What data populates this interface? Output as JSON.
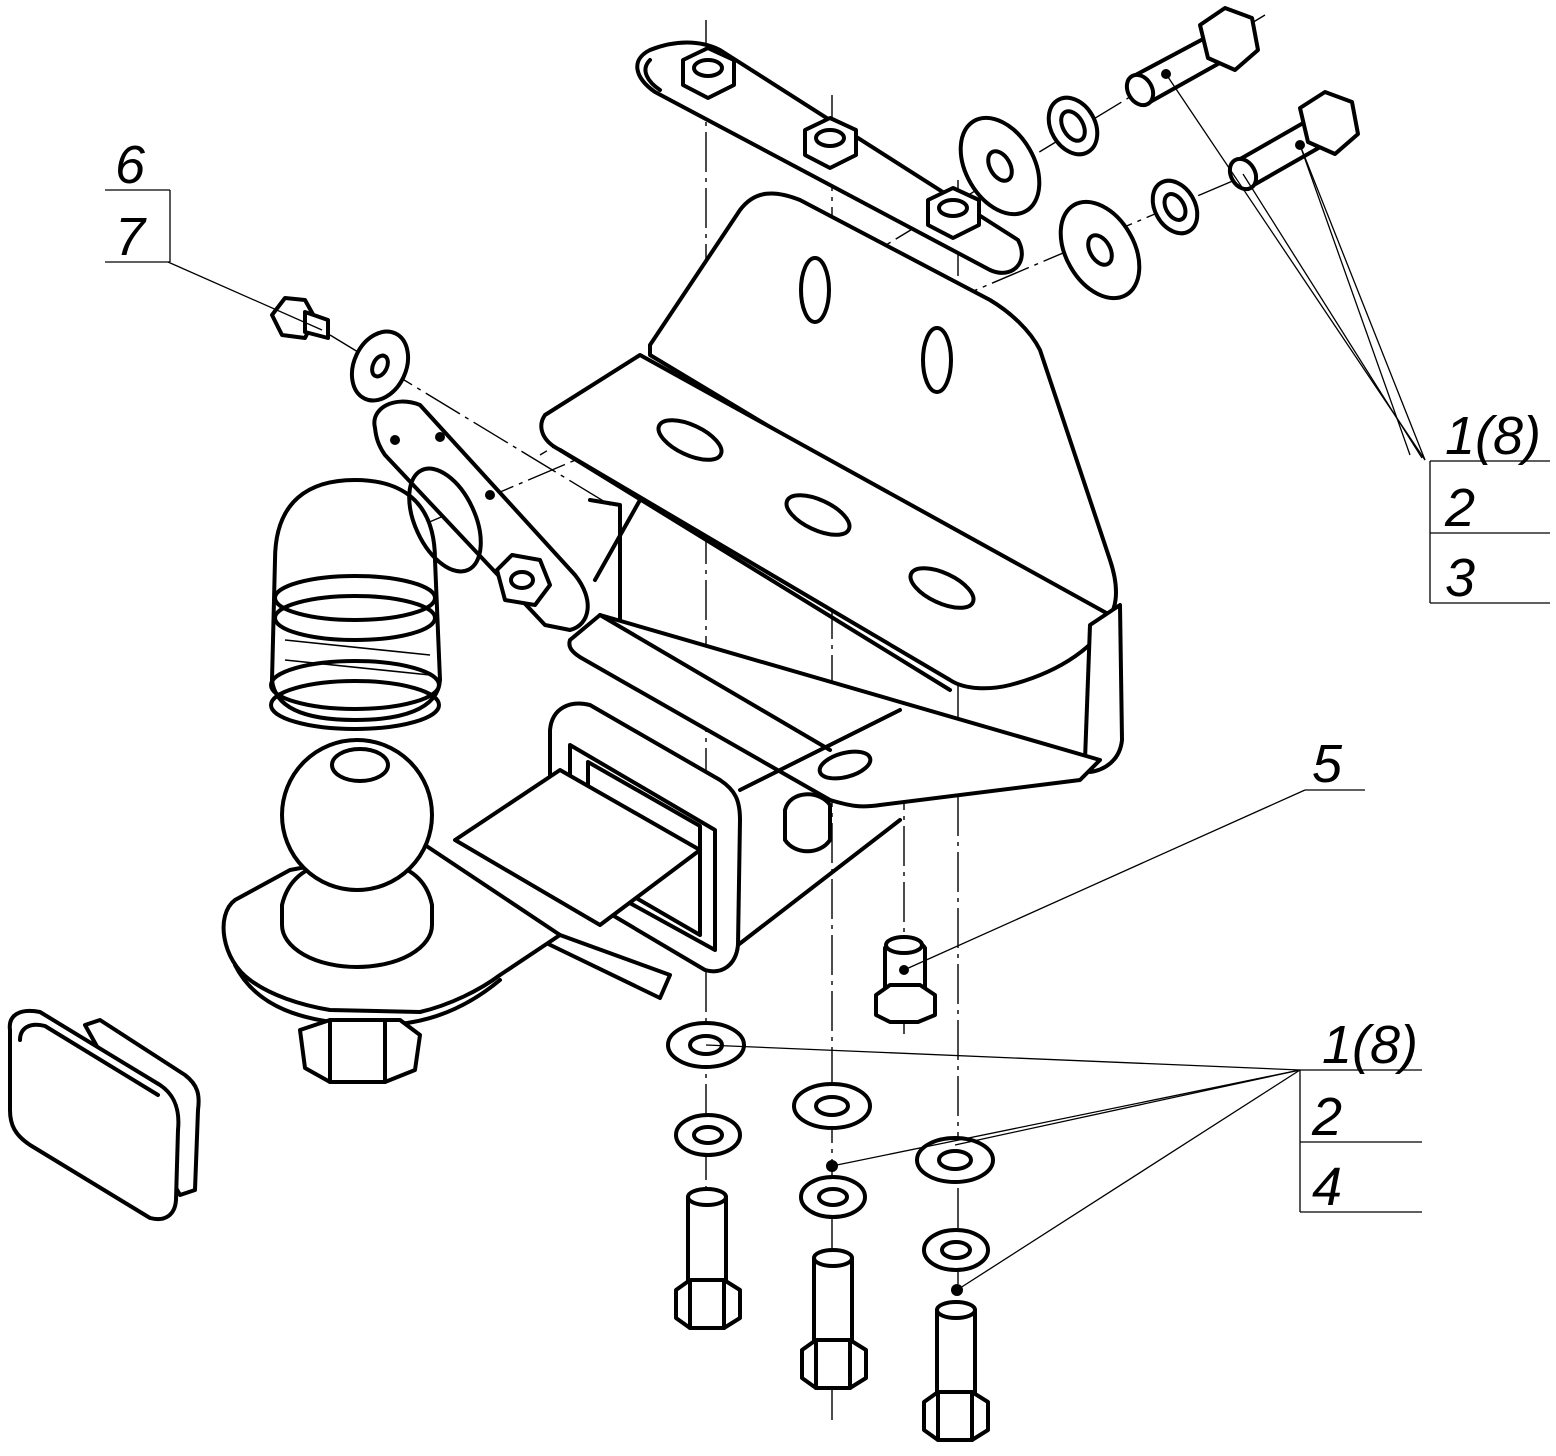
{
  "callouts": {
    "top_left": [
      "6",
      "7"
    ],
    "top_right": [
      "1(8)",
      "2",
      "3"
    ],
    "mid_right": [
      "5"
    ],
    "bottom_right": [
      "1(8)",
      "2",
      "4"
    ]
  },
  "icons": {
    "ball_cover": "cylindrical-cap-icon",
    "tow_ball": "sphere-icon",
    "hitch_plug": "square-plug-icon"
  },
  "colors": {
    "ink": "#000000",
    "paper": "#ffffff"
  }
}
